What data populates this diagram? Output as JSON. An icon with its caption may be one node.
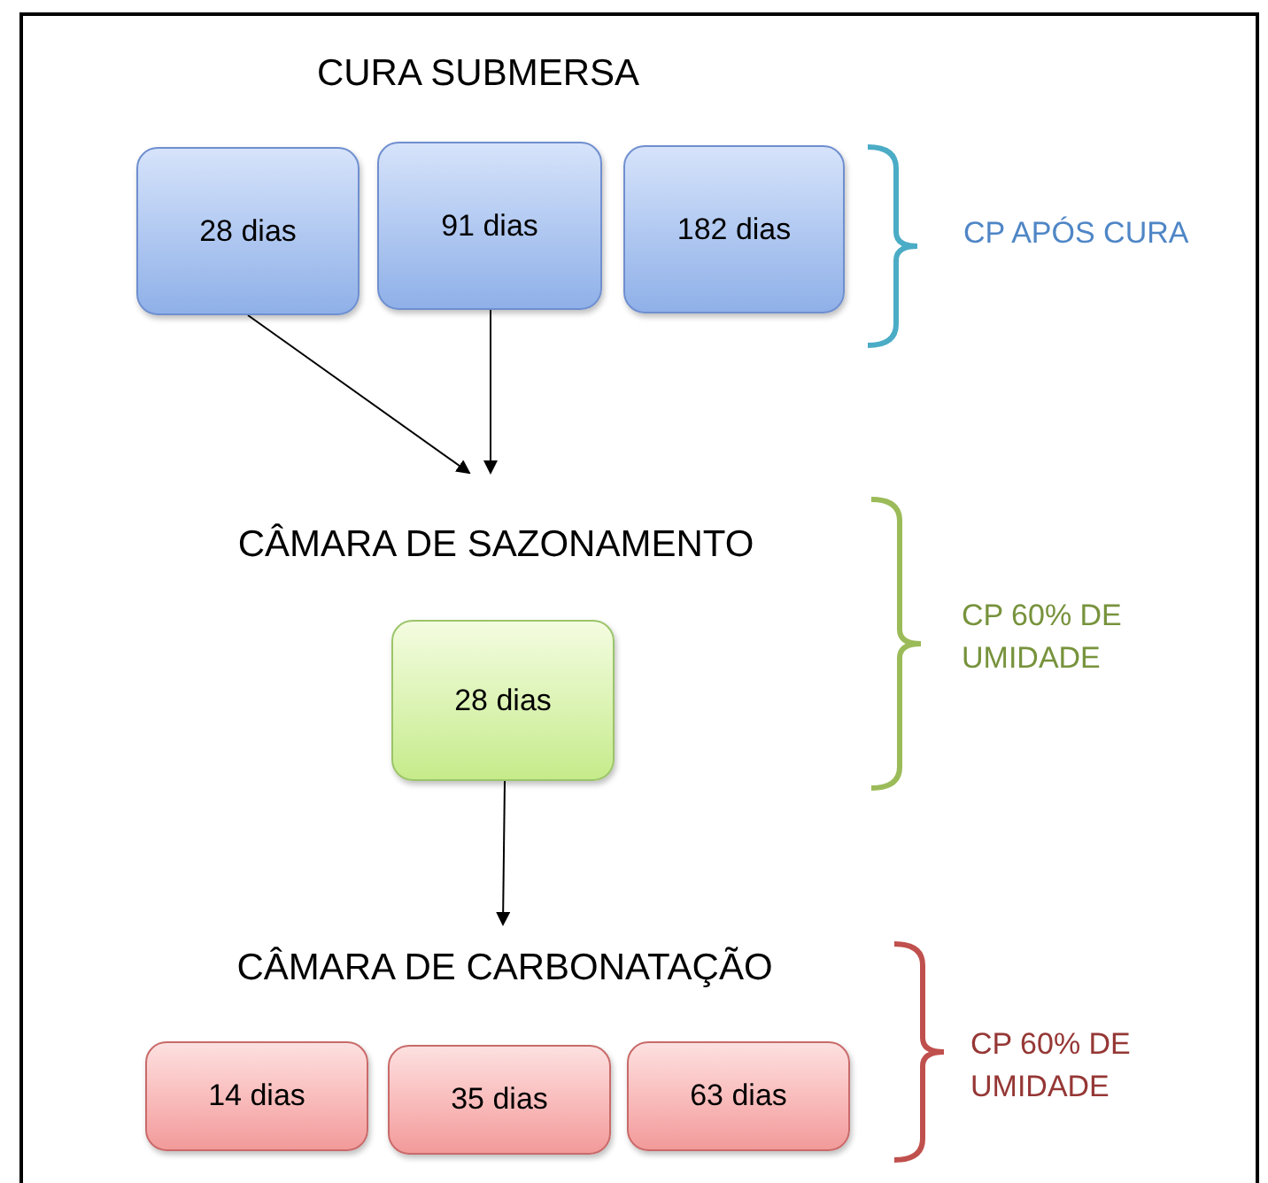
{
  "diagram": {
    "nodes": [
      {
        "text": [
          "28 dias"
        ]
      },
      {
        "text": [
          "91 dias"
        ]
      },
      {
        "text": [
          "182 dias"
        ]
      },
      {
        "text": [
          "CÂMARA DE SAZONAMENTO"
        ]
      },
      {
        "text": [
          "28 dias"
        ]
      },
      {
        "text": [
          "CÂMARA DE CARBONATAÇÃO"
        ]
      },
      {
        "text": [
          "14 dias"
        ]
      },
      {
        "text": [
          "35 dias"
        ]
      },
      {
        "text": [
          "63 dias"
        ]
      }
    ],
    "edges": [
      {
        "from": 0,
        "to": 3,
        "arrow": "to"
      },
      {
        "from": 1,
        "to": 3,
        "arrow": "to"
      },
      {
        "from": 4,
        "to": 5,
        "arrow": "to"
      }
    ],
    "labels": [
      "CURA SUBMERSA",
      "CP APÓS CURA",
      "CP 60% DE UMIDADE",
      "CP 60% DE UMIDADE"
    ]
  }
}
